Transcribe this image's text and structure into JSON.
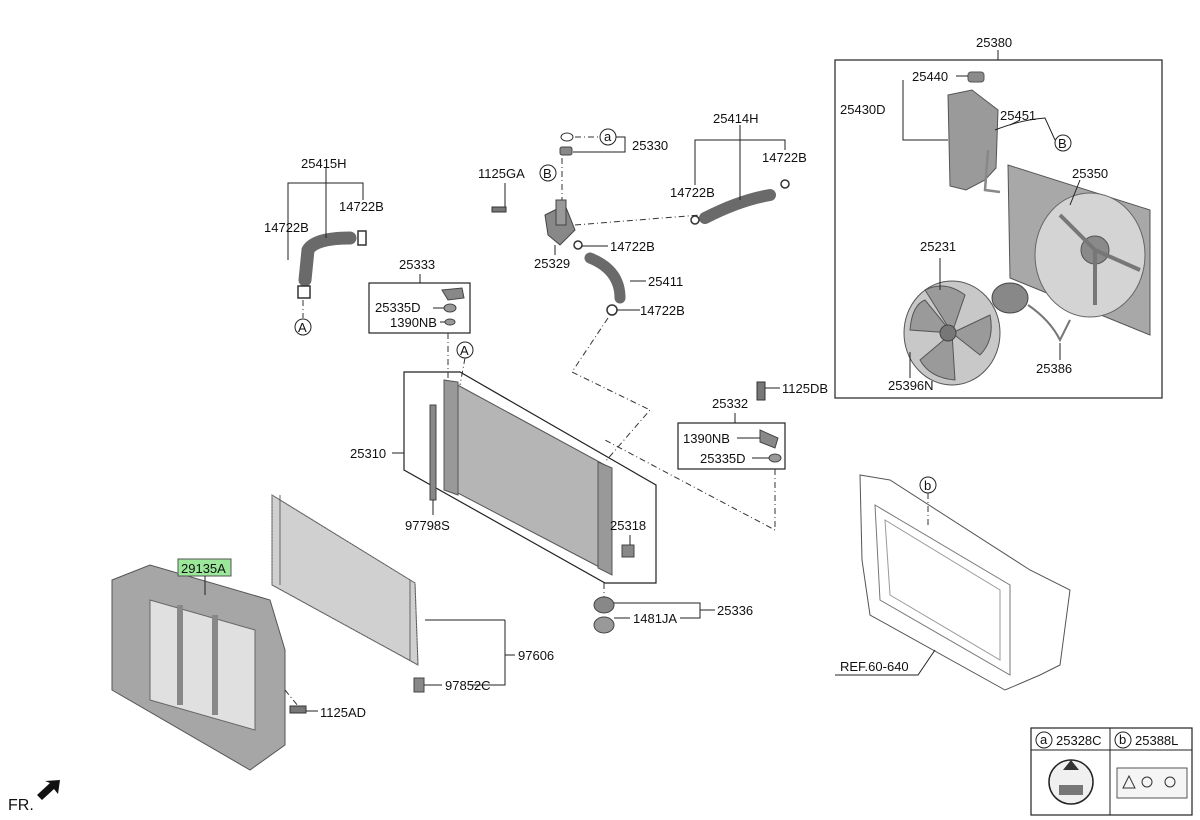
{
  "callouts": {
    "p25380": "25380",
    "p25440": "25440",
    "p25430D": "25430D",
    "p25451": "25451",
    "p25350": "25350",
    "p25231": "25231",
    "p25386": "25386",
    "p25396N": "25396N",
    "p25414H": "25414H",
    "p14722B_a": "14722B",
    "p14722B_b": "14722B",
    "p25330": "25330",
    "p1125GA": "1125GA",
    "p14722B_c": "14722B",
    "p25329": "25329",
    "p25411": "25411",
    "p14722B_d": "14722B",
    "p25415H": "25415H",
    "p14722B_e": "14722B",
    "p14722B_f": "14722B",
    "p25333": "25333",
    "p25335D_a": "25335D",
    "p1390NB_a": "1390NB",
    "p1125DB": "1125DB",
    "p25332": "25332",
    "p1390NB_b": "1390NB",
    "p25335D_b": "25335D",
    "p25310": "25310",
    "p97798S": "97798S",
    "p25318": "25318",
    "p25336": "25336",
    "p1481JA": "1481JA",
    "p97606": "97606",
    "p97852C": "97852C",
    "p29135A": "29135A",
    "p1125AD": "1125AD",
    "ref": "REF.60-640"
  },
  "markers": {
    "a": "a",
    "b": "b",
    "A": "A",
    "B": "B"
  },
  "legend": {
    "a_code": "25328C",
    "b_code": "25388L"
  },
  "front_label": "FR.",
  "highlight_color": "#9be89b"
}
